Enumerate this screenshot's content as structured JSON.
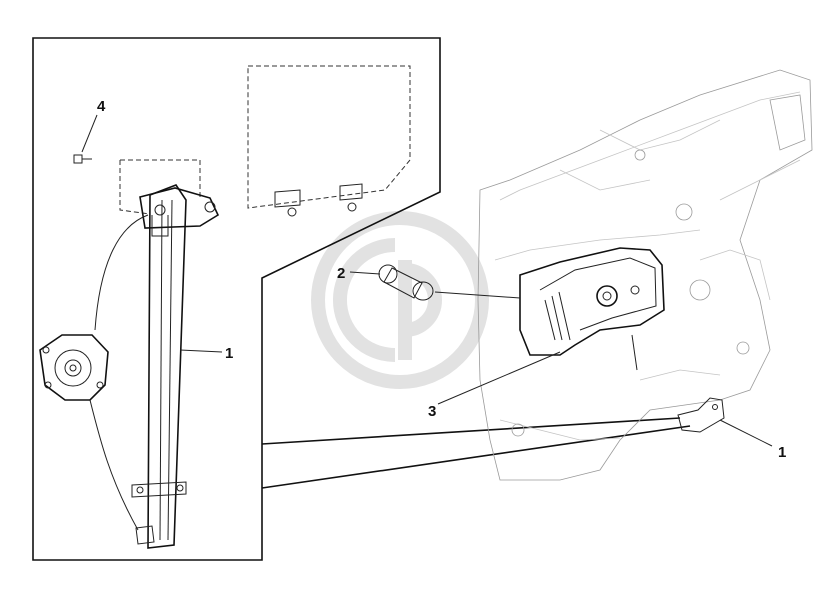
{
  "diagram": {
    "callouts": [
      {
        "id": "1",
        "text": "1"
      },
      {
        "id": "2",
        "text": "2"
      },
      {
        "id": "3",
        "text": "3"
      },
      {
        "id": "4",
        "text": "4"
      },
      {
        "id": "1b",
        "text": "1"
      }
    ],
    "colors": {
      "line": "#111111",
      "body_line": "#9a9a9a",
      "watermark": "#e2e2e2",
      "background": "#ffffff"
    }
  }
}
